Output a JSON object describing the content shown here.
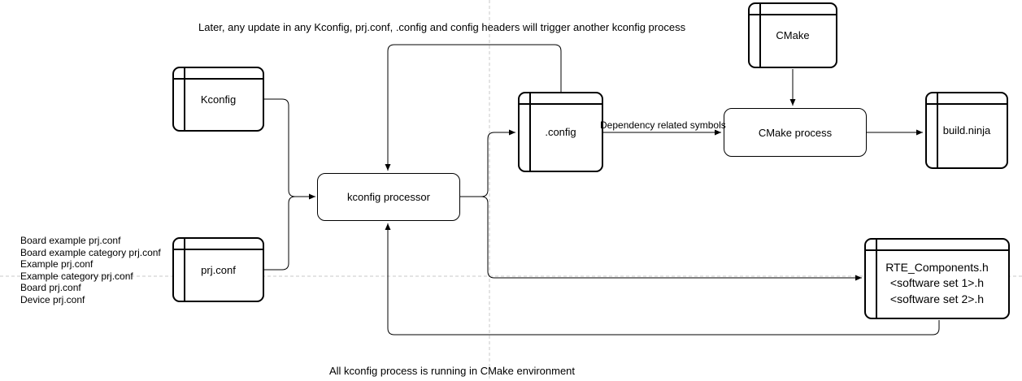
{
  "annotations": {
    "top_note": "Later, any update in any Kconfig, prj.conf, .config and config headers will trigger another kconfig process",
    "bottom_note": "All kconfig process is running in CMake environment",
    "left_list": [
      "Board example prj.conf",
      "Board example category prj.conf",
      "Example prj.conf",
      "Example category prj.conf",
      "Board prj.conf",
      "Device prj.conf"
    ]
  },
  "nodes": {
    "kconfig": {
      "label": "Kconfig",
      "shape": "file"
    },
    "prj_conf": {
      "label": "prj.conf",
      "shape": "file"
    },
    "kconfig_processor": {
      "label": "kconfig processor",
      "shape": "process"
    },
    "dot_config": {
      "label": ".config",
      "shape": "file"
    },
    "cmake": {
      "label": "CMake",
      "shape": "file"
    },
    "cmake_process": {
      "label": "CMake process",
      "shape": "process"
    },
    "build_ninja": {
      "label": "build.ninja",
      "shape": "file"
    },
    "rte_components": {
      "shape": "file",
      "lines": [
        "RTE_Components.h",
        "<software set 1>.h",
        "<software set 2>.h"
      ]
    }
  },
  "edges": {
    "dependency_symbols_label": "Dependency related symbols",
    "connections": [
      {
        "from": "Kconfig",
        "to": "kconfig processor"
      },
      {
        "from": "prj.conf",
        "to": "kconfig processor"
      },
      {
        "from": "kconfig processor",
        "to": ".config"
      },
      {
        "from": ".config",
        "to": "kconfig processor"
      },
      {
        "from": ".config",
        "to": "CMake process",
        "label": "Dependency related symbols"
      },
      {
        "from": "CMake",
        "to": "CMake process"
      },
      {
        "from": "CMake process",
        "to": "build.ninja"
      },
      {
        "from": "kconfig processor",
        "to": "RTE_Components.h"
      },
      {
        "from": "RTE_Components.h",
        "to": "kconfig processor"
      }
    ]
  },
  "colors": {
    "stroke": "#000000",
    "separator": "#c9c9c9",
    "background": "#ffffff"
  }
}
